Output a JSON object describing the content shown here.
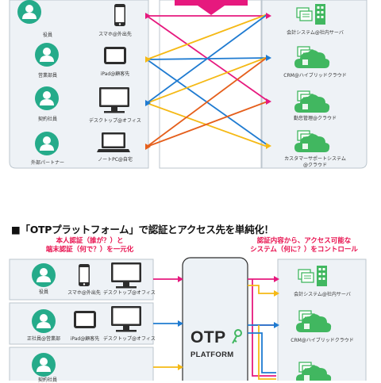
{
  "top": {
    "users": [
      "役員",
      "営業部員",
      "契約社員",
      "外部パートナー"
    ],
    "devices": [
      "スマホ@外出先",
      "iPad@顧客先",
      "デスクトップ@オフィス",
      "ノートPC@自宅"
    ],
    "systems": [
      "会計システム@社内サーバ",
      "CRM@ハイブリッドクラウド",
      "勤怠管理@クラウド",
      "カスタマーサポートシステム",
      "@クラウド"
    ]
  },
  "bottom": {
    "heading": "■「OTPプラットフォーム」で認証とアクセス先を単純化！",
    "left_note_1": "本人認証（誰が？）と",
    "left_note_2": "端末認証（何で？）を一元化",
    "right_note_1": "認証内容から、アクセス可能な",
    "right_note_2": "システム（何に？）をコントロール",
    "rows": [
      {
        "user": "役員",
        "dev1": "スマホ@外出先",
        "dev2": "デスクトップ@オフィス"
      },
      {
        "user": "正社員@営業部",
        "dev1": "iPad@顧客先",
        "dev2": "デスクトップ@オフィス"
      },
      {
        "user": "契約社員",
        "dev1": "",
        "dev2": ""
      }
    ],
    "platform_logo": "OTP",
    "platform_sub": "PLATFORM",
    "systems": [
      "会計システム@社内サーバ",
      "CRM@ハイブリッドクラウド"
    ]
  },
  "colors": {
    "pink": "#e6197e",
    "blue": "#1f7bd1",
    "orange": "#e55f1c",
    "yellow": "#f5b915",
    "teal": "#25ab8a",
    "green_sys": "#41b760",
    "box_fill": "#edf2f6",
    "box_border": "#b9c6cf"
  },
  "icons": [
    "person-icon",
    "smartphone-icon",
    "tablet-icon",
    "desktop-icon",
    "laptop-icon",
    "server-building-icon",
    "cloud-icon",
    "key-icon",
    "down-arrow-icon"
  ]
}
